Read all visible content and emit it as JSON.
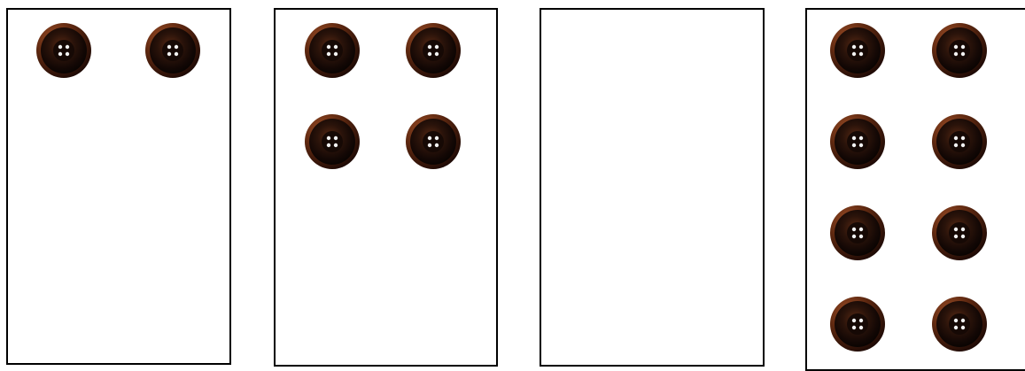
{
  "cards": [
    {
      "name": "card-1",
      "button_count": 2
    },
    {
      "name": "card-2",
      "button_count": 4
    },
    {
      "name": "card-3",
      "button_count": 0
    },
    {
      "name": "card-4",
      "button_count": 8
    }
  ],
  "icon": "coat-button-icon",
  "colors": {
    "border": "#000000",
    "background": "#ffffff",
    "button_dark": "#1a0c06",
    "button_rim": "#6b2e12",
    "button_holes": "#f2f2f2"
  }
}
